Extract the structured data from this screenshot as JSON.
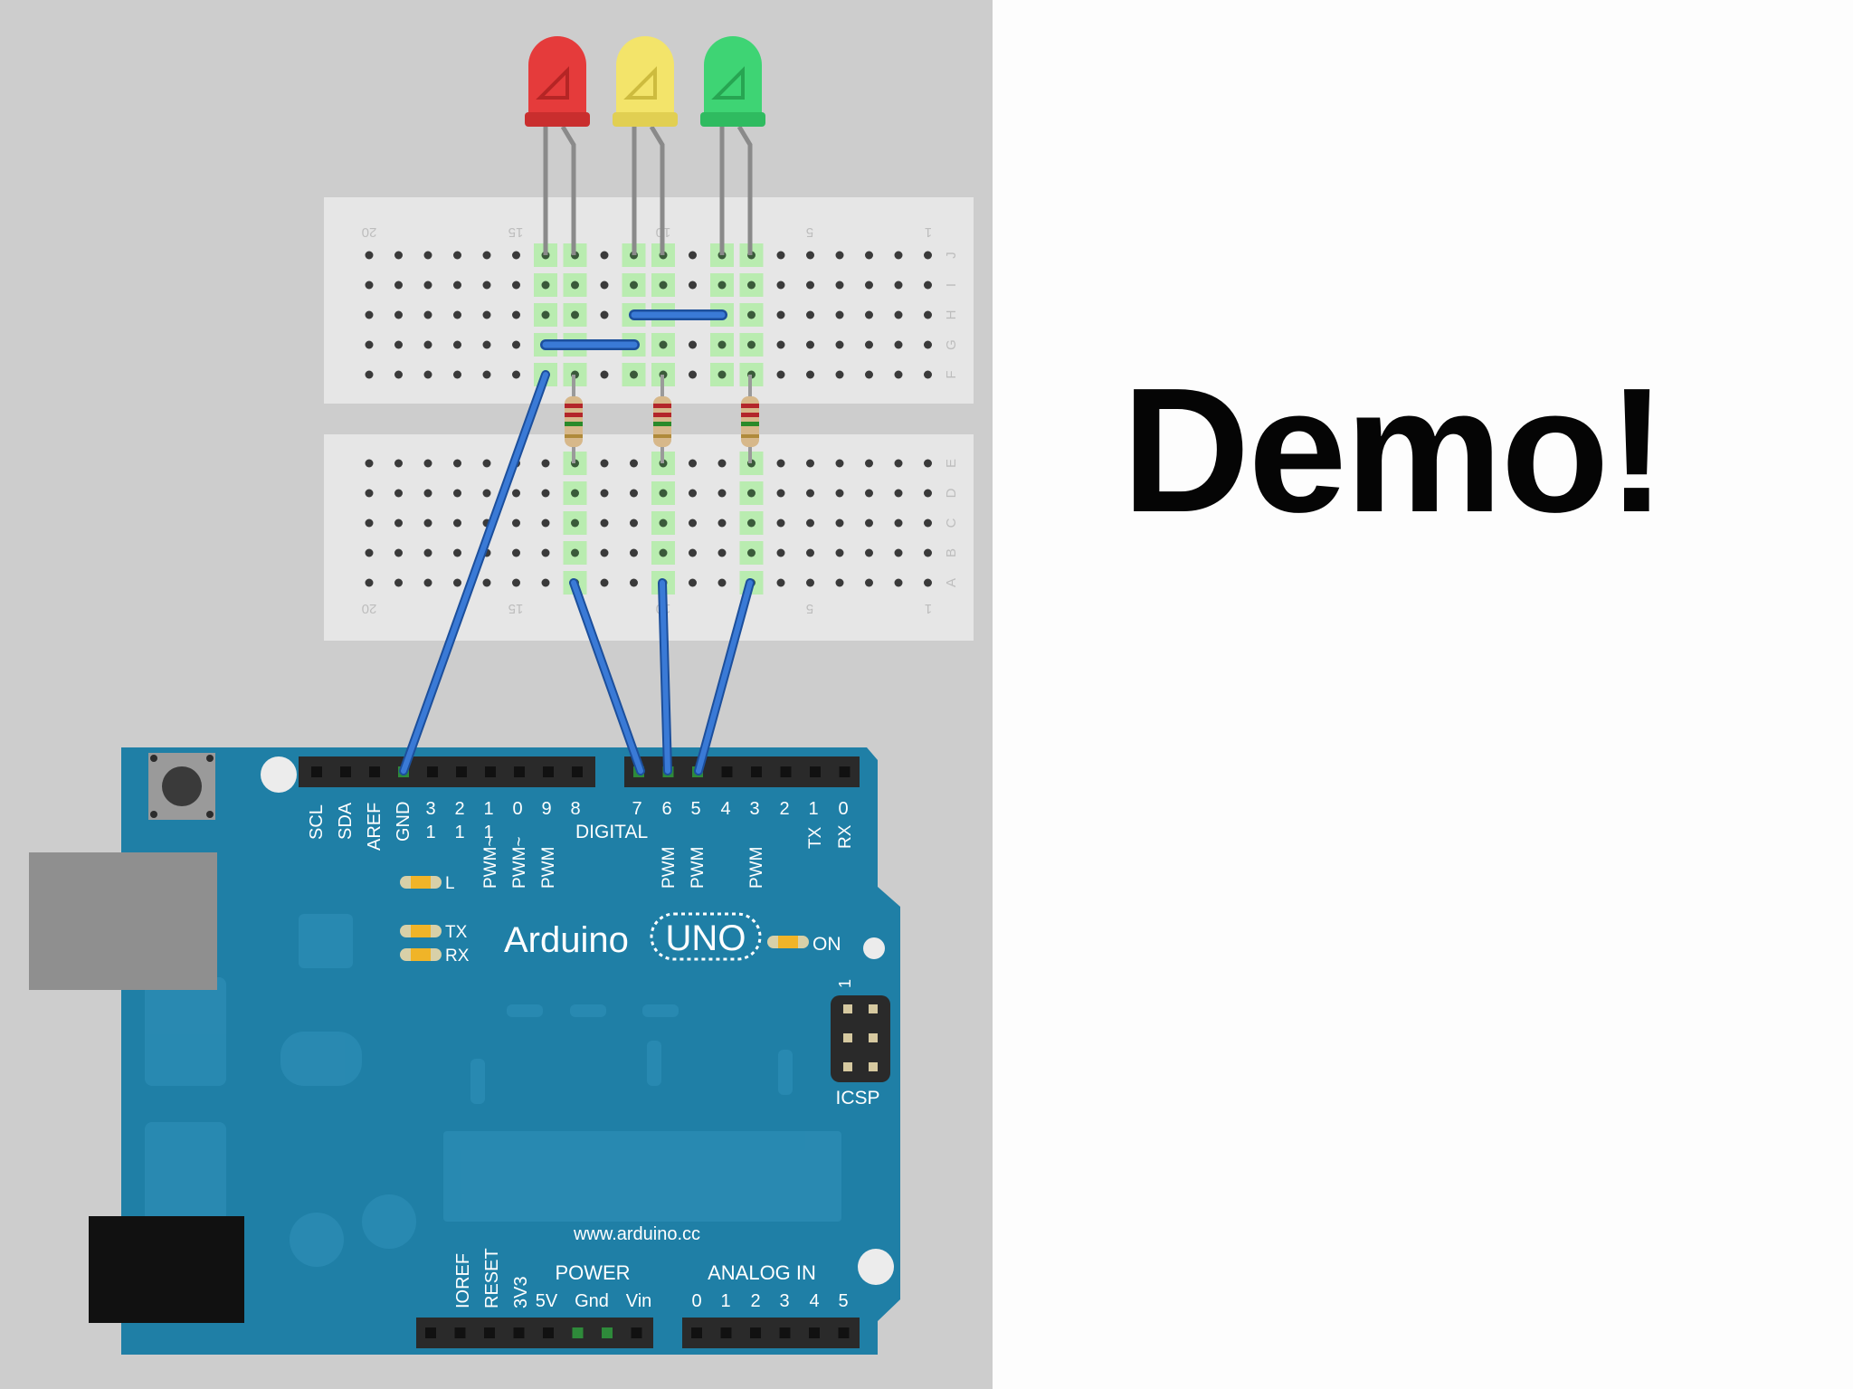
{
  "slide": {
    "title": "Demo!"
  },
  "breadboard": {
    "column_numbers": [
      "20",
      "15",
      "10",
      "5",
      "1"
    ],
    "rows_top": [
      "J",
      "I",
      "H",
      "G",
      "F"
    ],
    "rows_bottom": [
      "E",
      "D",
      "C",
      "B",
      "A"
    ]
  },
  "leds": [
    {
      "color": "red"
    },
    {
      "color": "yellow"
    },
    {
      "color": "green"
    }
  ],
  "arduino": {
    "brand": "Arduino",
    "model": "UNO",
    "url": "www.arduino.cc",
    "power_header": "POWER",
    "analog_header": "ANALOG IN",
    "digital_label": "DIGITAL",
    "icsp_label": "ICSP",
    "icsp_pin1": "1",
    "on_label": "ON",
    "l_label": "L",
    "tx_led_label": "TX",
    "rx_led_label": "RX",
    "digital_pins": [
      {
        "top": "SCL",
        "bot": ""
      },
      {
        "top": "SDA",
        "bot": ""
      },
      {
        "top": "AREF",
        "bot": ""
      },
      {
        "top": "GND",
        "bot": ""
      },
      {
        "top": "1",
        "top0": "3",
        "bot": ""
      },
      {
        "top": "1",
        "top0": "2",
        "bot": ""
      },
      {
        "top": "1",
        "top0": "1",
        "bot": "PWM~"
      },
      {
        "top": "",
        "top0": "0",
        "bot": "PWM~"
      },
      {
        "top": "",
        "top0": "9",
        "bot": "PWM"
      },
      {
        "top": "",
        "top0": "8",
        "bot": ""
      }
    ],
    "digital_pins_right": [
      {
        "num": "7",
        "bot": ""
      },
      {
        "num": "6",
        "bot": "PWM"
      },
      {
        "num": "5",
        "bot": "PWM"
      },
      {
        "num": "4",
        "bot": ""
      },
      {
        "num": "3",
        "bot": "PWM"
      },
      {
        "num": "2",
        "bot": ""
      },
      {
        "num": "1",
        "bot": "TX"
      },
      {
        "num": "0",
        "bot": "RX"
      }
    ],
    "power_pins": [
      "IOREF",
      "RESET",
      "3V3",
      "5V",
      "Gnd",
      "Vin"
    ],
    "analog_pins": [
      "0",
      "1",
      "2",
      "3",
      "4",
      "5"
    ]
  }
}
